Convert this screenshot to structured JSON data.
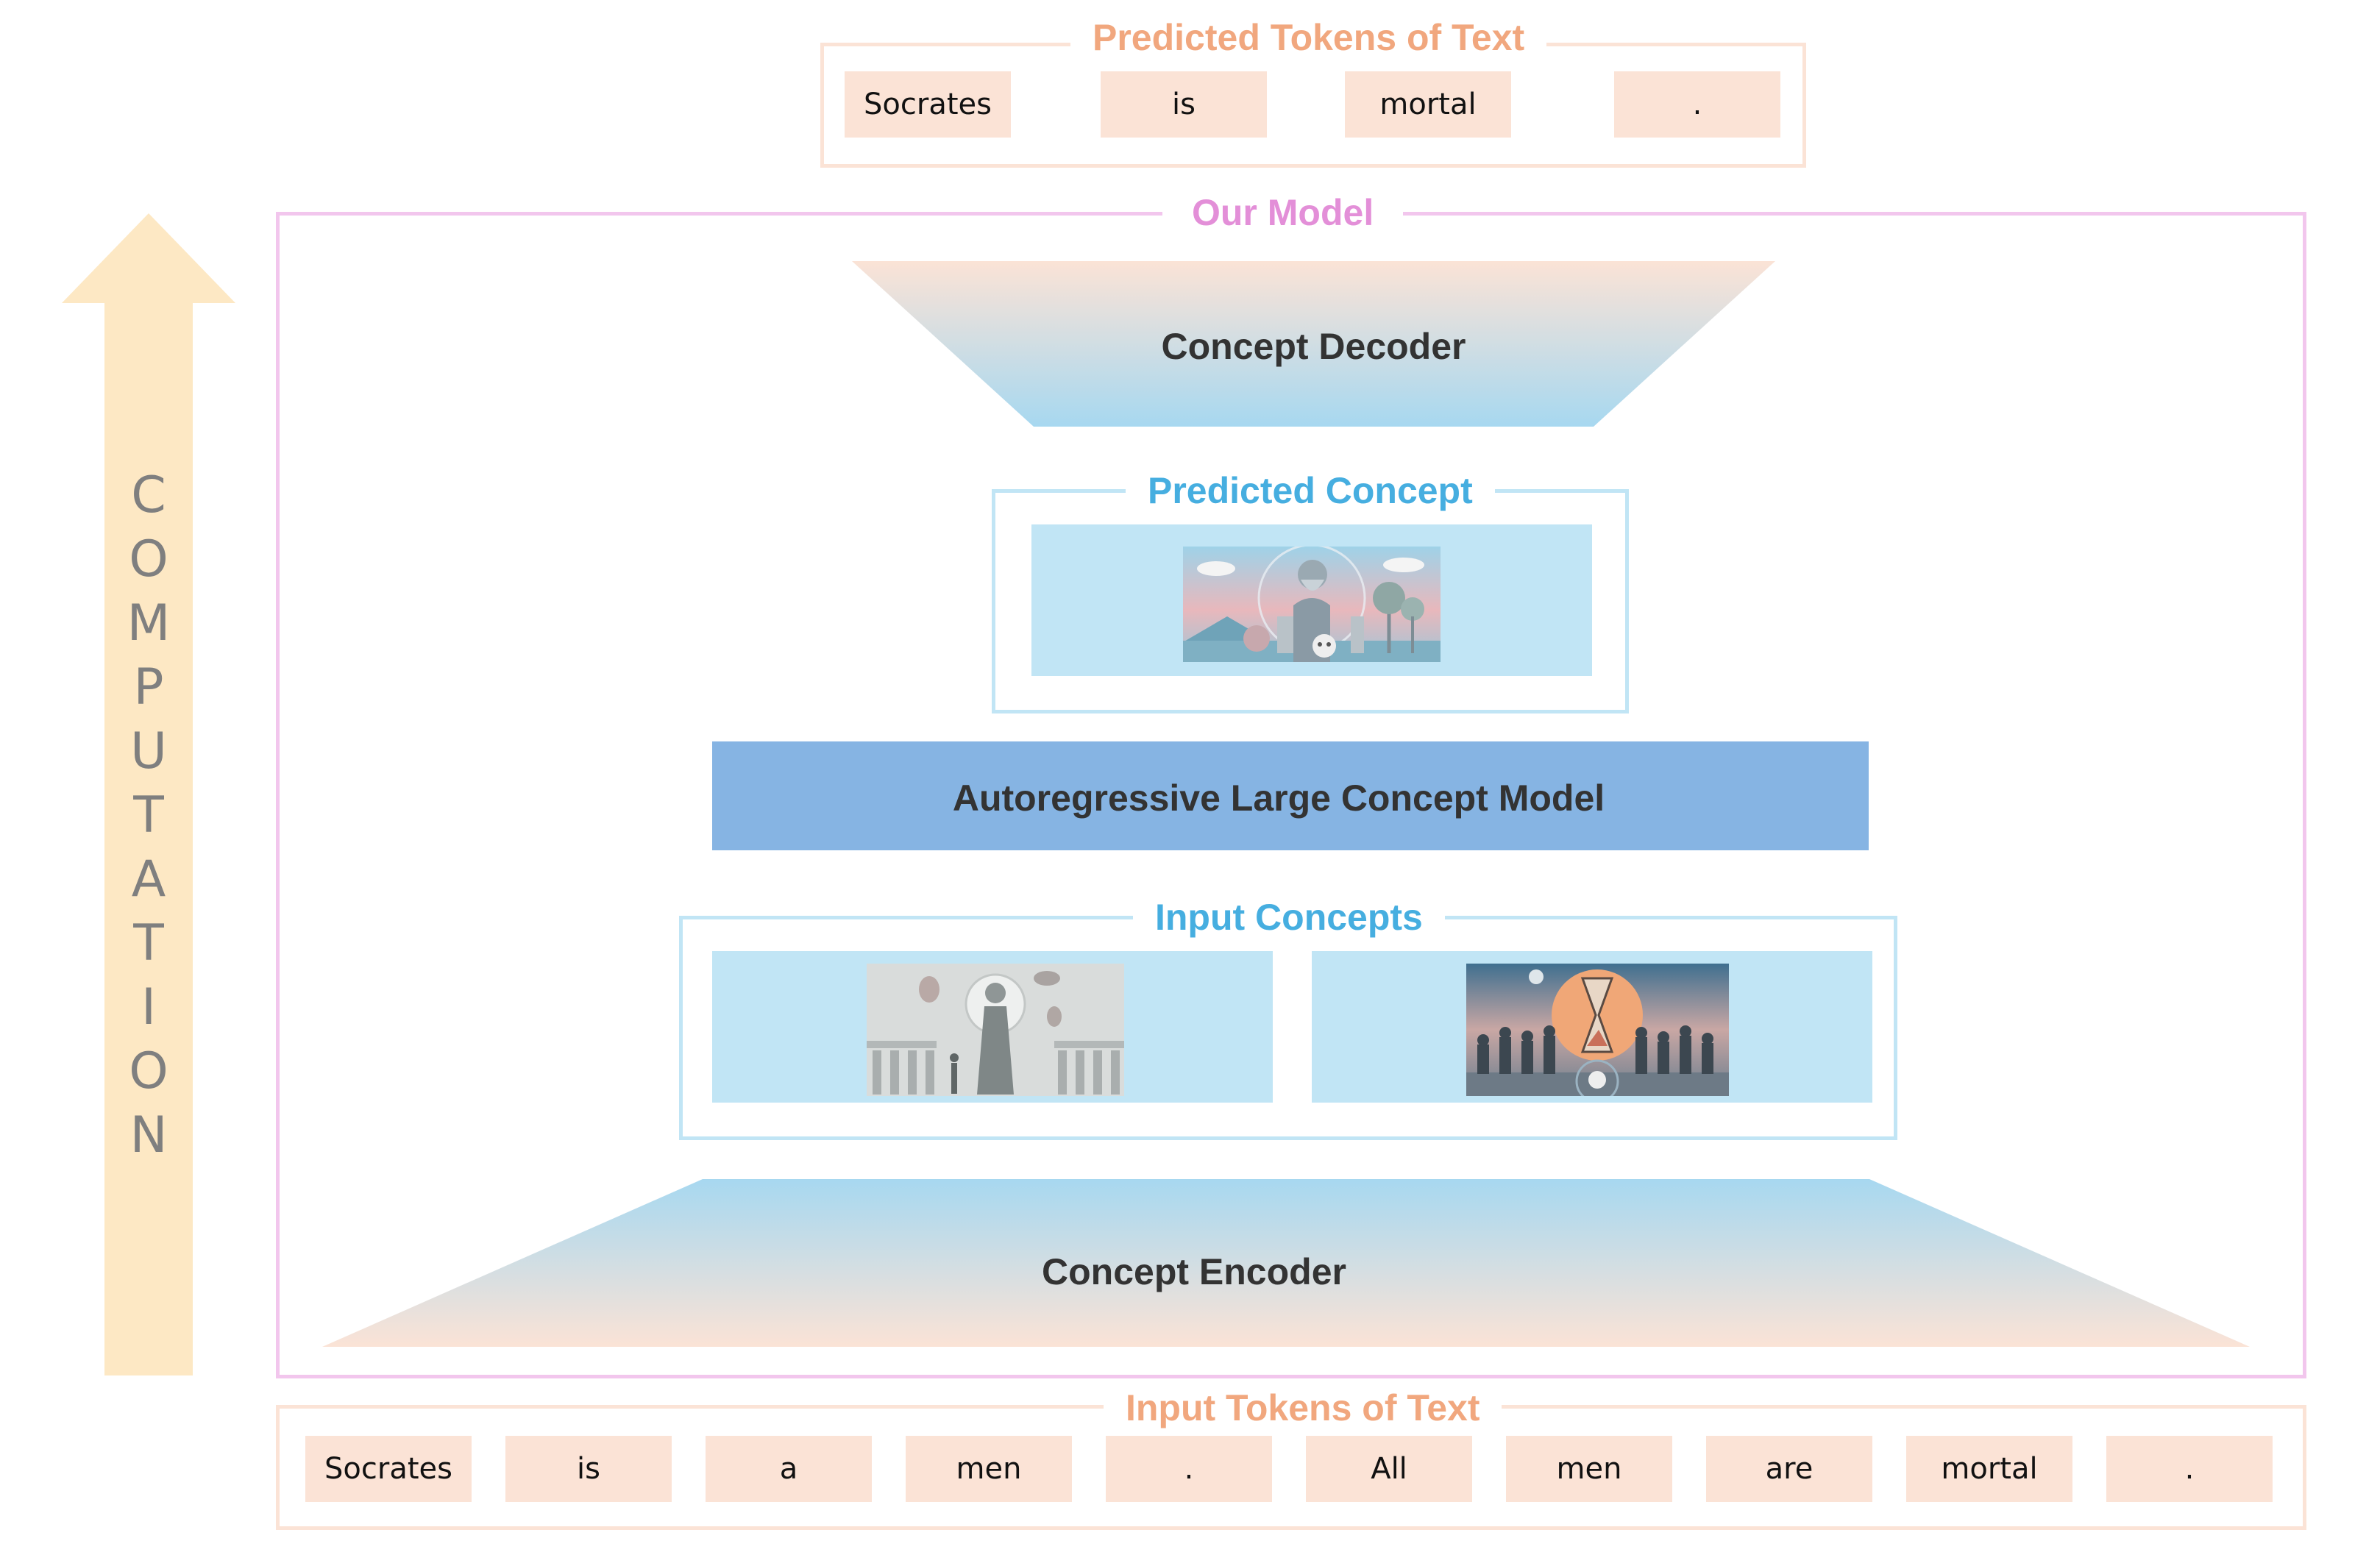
{
  "predicted_tokens": {
    "title": "Predicted Tokens of Text",
    "tokens": [
      "Socrates",
      "is",
      "mortal",
      "."
    ]
  },
  "model": {
    "title": "Our Model",
    "decoder_label": "Concept Decoder",
    "predicted_concept_title": "Predicted Concept",
    "lcm_label": "Autoregressive Large Concept Model",
    "input_concepts_title": "Input Concepts",
    "encoder_label": "Concept Encoder"
  },
  "input_tokens": {
    "title": "Input Tokens of Text",
    "tokens": [
      "Socrates",
      "is",
      "a",
      "men",
      ".",
      "All",
      "men",
      "are",
      "mortal",
      "."
    ]
  },
  "computation_arrow": {
    "letters": [
      "C",
      "O",
      "M",
      "P",
      "U",
      "T",
      "A",
      "T",
      "I",
      "O",
      "N"
    ]
  },
  "colors": {
    "orange_title": "#f1a77e",
    "pink_title": "#e38fd8",
    "blue_title": "#46aee0",
    "token_fill": "#fbe3d6",
    "panel_fill": "#c1e5f5",
    "lcm_fill": "#86b4e3",
    "arrow_fill": "#fde8c4"
  }
}
